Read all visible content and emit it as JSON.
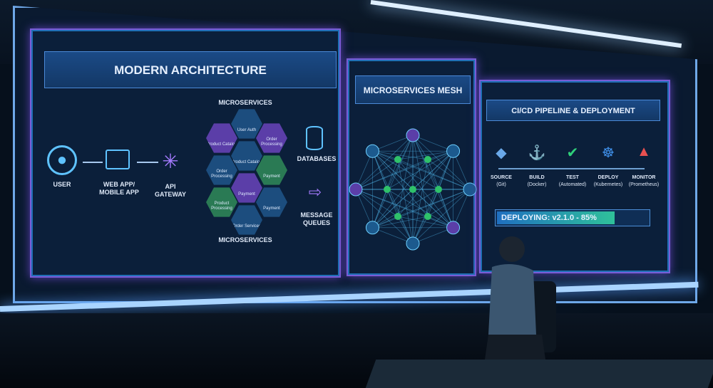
{
  "architecture": {
    "title": "MODERN ARCHITECTURE",
    "user": "USER",
    "webapp": "WEB APP/\nMOBILE APP",
    "gateway": "API\nGATEWAY",
    "microservices_top": "MICROSERVICES",
    "microservices_bottom": "MICROSERVICES",
    "databases": "DATABASES",
    "queues": "MESSAGE\nQUEUES",
    "services": [
      "User Auth",
      "Product Catalog",
      "Order Processing",
      "Product Catalog",
      "Order Processing",
      "Payment",
      "Payment",
      "Product Processing",
      "Payment",
      "Order Services"
    ]
  },
  "mesh": {
    "title": "MICROSERVICES MESH"
  },
  "pipeline": {
    "title": "CI/CD PIPELINE & DEPLOYMENT",
    "stages": [
      {
        "name": "SOURCE",
        "sub": "(Git)",
        "icon": "git-icon"
      },
      {
        "name": "BUILD",
        "sub": "(Docker)",
        "icon": "docker-icon"
      },
      {
        "name": "TEST",
        "sub": "(Automated)",
        "icon": "check-icon"
      },
      {
        "name": "DEPLOY",
        "sub": "(Kubernetes)",
        "icon": "kubernetes-icon"
      },
      {
        "name": "MONITOR",
        "sub": "(Prometheus)",
        "icon": "prometheus-icon"
      }
    ],
    "status": "DEPLOYING: v2.1.0 - 85%",
    "progress": 85
  },
  "colors": {
    "accent": "#7a5cd6",
    "cyan": "#5fc3ff",
    "green": "#2fc19a"
  }
}
